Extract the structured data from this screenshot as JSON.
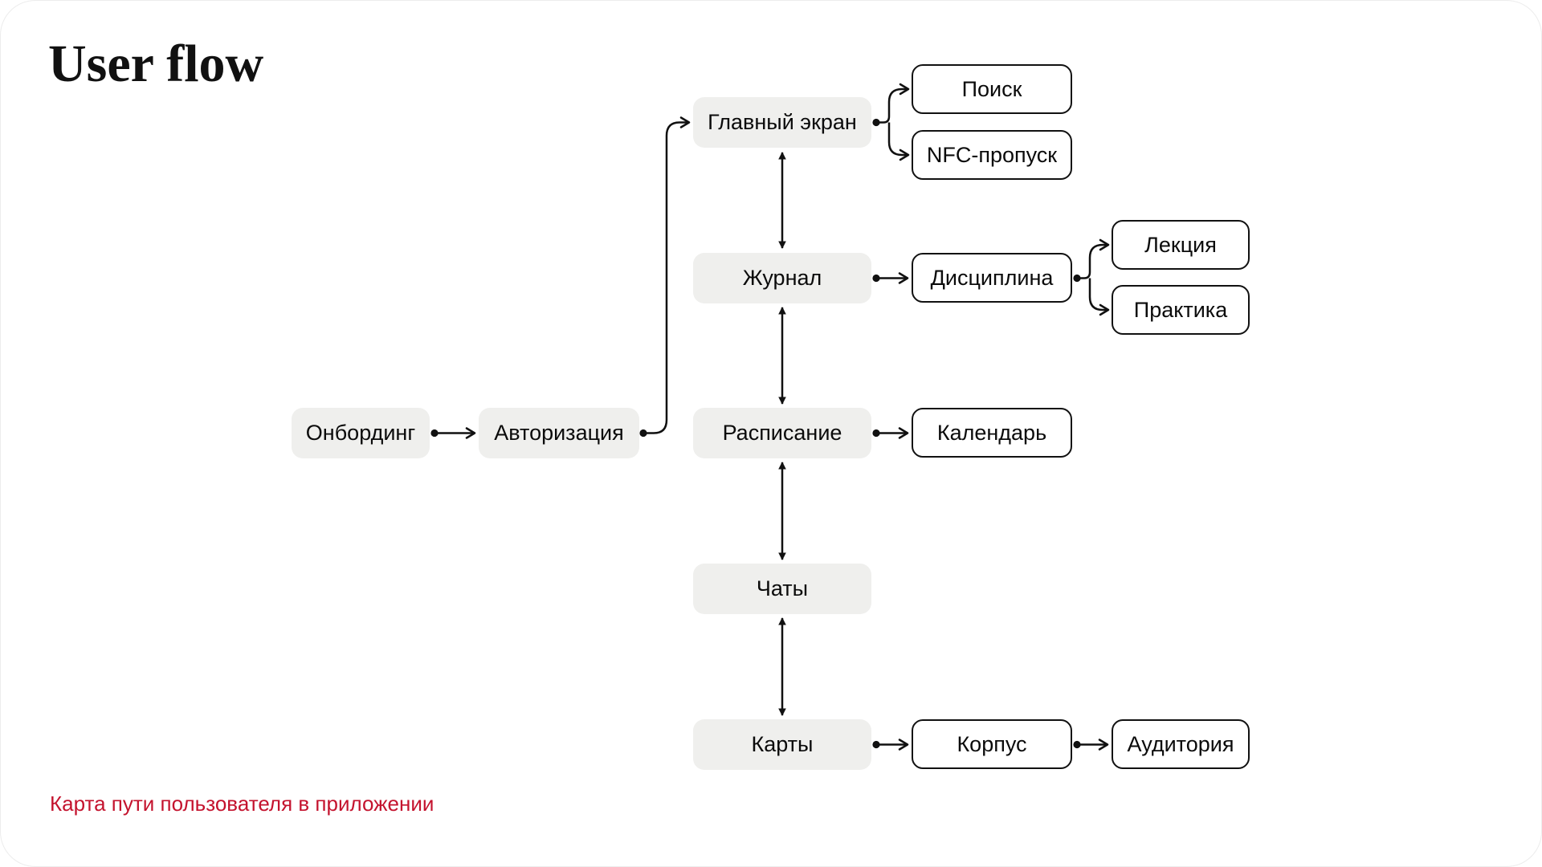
{
  "page": {
    "title": "User flow",
    "caption": "Карта пути пользователя в приложении"
  },
  "colors": {
    "background": "#FFFFFF",
    "node_fill_primary": "#EFEFED",
    "node_border": "#111111",
    "connector": "#111111",
    "caption_red": "#C4132E",
    "text": "#0B0B0B"
  },
  "flow": {
    "nodes": {
      "onboarding": "Онбординг",
      "auth": "Авторизация",
      "home": "Главный экран",
      "search": "Поиск",
      "nfc": "NFC-пропуск",
      "journal": "Журнал",
      "discipline": "Дисциплина",
      "lecture": "Лекция",
      "practice": "Практика",
      "schedule": "Расписание",
      "calendar": "Календарь",
      "chats": "Чаты",
      "maps": "Карты",
      "building": "Корпус",
      "auditorium": "Аудитория"
    },
    "edges": [
      {
        "from": "onboarding",
        "to": "auth",
        "style": "one-way"
      },
      {
        "from": "auth",
        "to": "home",
        "style": "one-way"
      },
      {
        "from": "home",
        "to": "search",
        "style": "one-way"
      },
      {
        "from": "home",
        "to": "nfc",
        "style": "one-way"
      },
      {
        "from": "home",
        "to": "journal",
        "style": "two-way"
      },
      {
        "from": "journal",
        "to": "discipline",
        "style": "one-way"
      },
      {
        "from": "discipline",
        "to": "lecture",
        "style": "one-way"
      },
      {
        "from": "discipline",
        "to": "practice",
        "style": "one-way"
      },
      {
        "from": "journal",
        "to": "schedule",
        "style": "two-way"
      },
      {
        "from": "schedule",
        "to": "calendar",
        "style": "one-way"
      },
      {
        "from": "schedule",
        "to": "chats",
        "style": "two-way"
      },
      {
        "from": "chats",
        "to": "maps",
        "style": "two-way"
      },
      {
        "from": "maps",
        "to": "building",
        "style": "one-way"
      },
      {
        "from": "building",
        "to": "auditorium",
        "style": "one-way"
      }
    ]
  }
}
